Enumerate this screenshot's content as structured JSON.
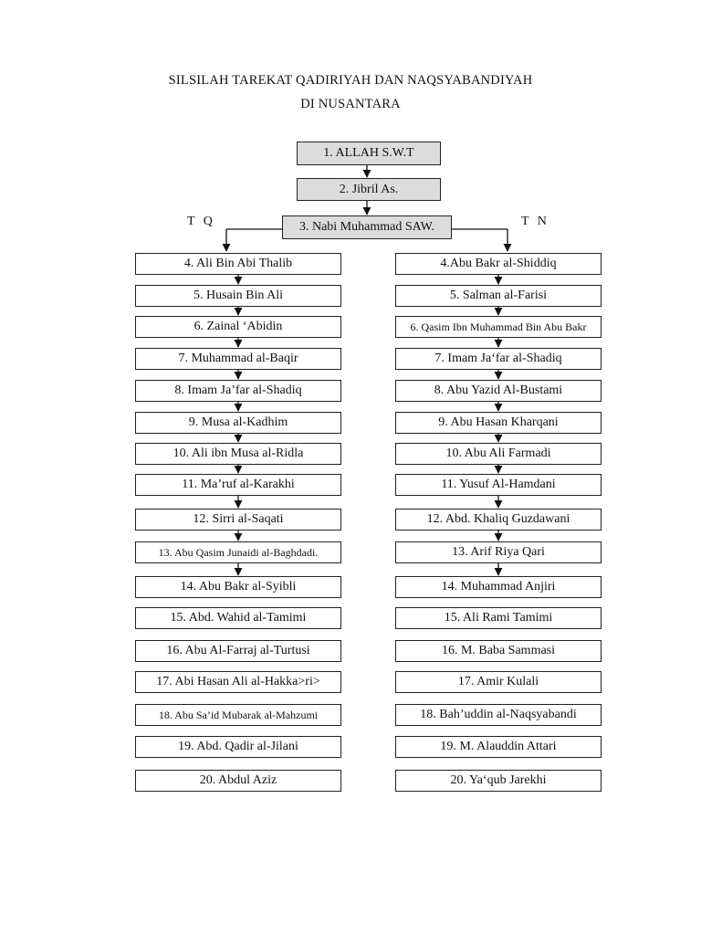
{
  "title_line1": "SILSILAH TAREKAT QADIRIYAH DAN NAQSYABANDIYAH",
  "title_line2": "DI NUSANTARA",
  "left_label": "T Q",
  "right_label": "T N",
  "top_chain": [
    "1. ALLAH S.W.T",
    "2. Jibril As.",
    "3. Nabi Muhammad SAW."
  ],
  "left_chain": [
    "4. Ali Bin Abi Thalib",
    "5. Husain Bin Ali",
    "6. Zainal ‘Abidin",
    "7. Muhammad al-Baqir",
    "8. Imam Ja’far al-Shadiq",
    "9. Musa al-Kadhim",
    "10. Ali ibn Musa al-Ridla",
    "11. Ma’ruf al-Karakhi",
    "12. Sirri al-Saqati",
    "13. Abu Qasim Junaidi al-Baghdadi.",
    "14. Abu Bakr al-Syibli",
    "15. Abd. Wahid al-Tamimi",
    "16. Abu Al-Farraj al-Turtusi",
    "17. Abi Hasan Ali al-Hakka>ri>",
    "18. Abu Sa’id Mubarak al-Mahzumi",
    "19. Abd. Qadir al-Jilani",
    "20. Abdul Aziz"
  ],
  "right_chain": [
    "4.Abu Bakr al-Shiddiq",
    "5. Salman al-Farisi",
    "6. Qasim Ibn Muhammad Bin Abu Bakr",
    "7. Imam Ja‘far al-Shadiq",
    "8. Abu Yazid Al-Bustami",
    "9. Abu Hasan Kharqani",
    "10. Abu Ali Farmadi",
    "11. Yusuf Al-Hamdani",
    "12. Abd. Khaliq Guzdawani",
    "13. Arif Riya Qari",
    "14. Muhammad Anjiri",
    "15. Ali Rami Tamimi",
    "16. M. Baba Sammasi",
    "17. Amir Kulali",
    "18. Bah’uddin al-Naqsyabandi",
    "19. M. Alauddin Attari",
    "20. Ya‘qub Jarekhi"
  ]
}
